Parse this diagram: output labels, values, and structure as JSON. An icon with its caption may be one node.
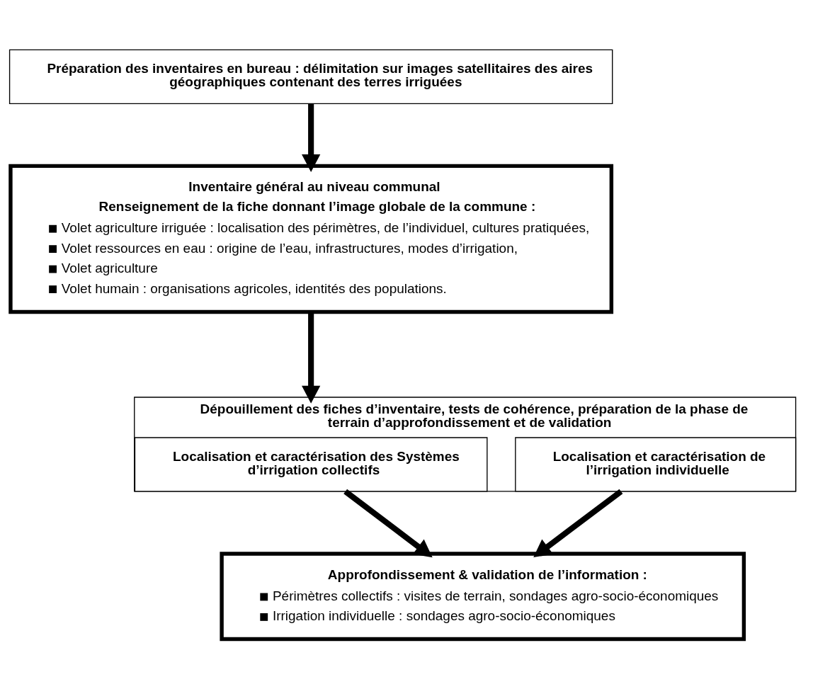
{
  "diagram": {
    "nodes": [
      {
        "text": [
          "Préparation des inventaires en bureau : délimitation sur images satellitaires des aires géographiques contenant des terres irriguées"
        ]
      },
      {
        "text": [
          "Inventaire général au niveau communal",
          "Renseignement de la fiche donnant l’image globale de la commune :",
          "Volet agriculture irriguée : localisation des périmètres, de l’individuel, cultures pratiquées,",
          "Volet ressources en eau : origine de l’eau, infrastructures, modes d’irrigation,",
          "Volet agriculture",
          "Volet humain : organisations agricoles, identités des populations."
        ]
      },
      {
        "text": [
          "Dépouillement des fiches d’inventaire, tests de cohérence, préparation de la phase de terrain d’approfondissement et de validation"
        ]
      },
      {
        "text": [
          "Localisation et caractérisation des Systèmes d’irrigation collectifs"
        ],
        "in": 2
      },
      {
        "text": [
          "Localisation et caractérisation de l’irrigation individuelle"
        ],
        "in": 2
      },
      {
        "text": [
          "Approfondissement & validation de l’information :",
          "Périmètres collectifs : visites de terrain, sondages agro-socio-économiques",
          "Irrigation individuelle : sondages agro-socio-économiques"
        ]
      }
    ],
    "edges": [
      {
        "from": 0,
        "to": 1,
        "arrow": "to"
      },
      {
        "from": 1,
        "to": 2,
        "arrow": "to"
      },
      {
        "from": 3,
        "to": 5,
        "arrow": "to"
      },
      {
        "from": 4,
        "to": 5,
        "arrow": "to"
      }
    ]
  }
}
